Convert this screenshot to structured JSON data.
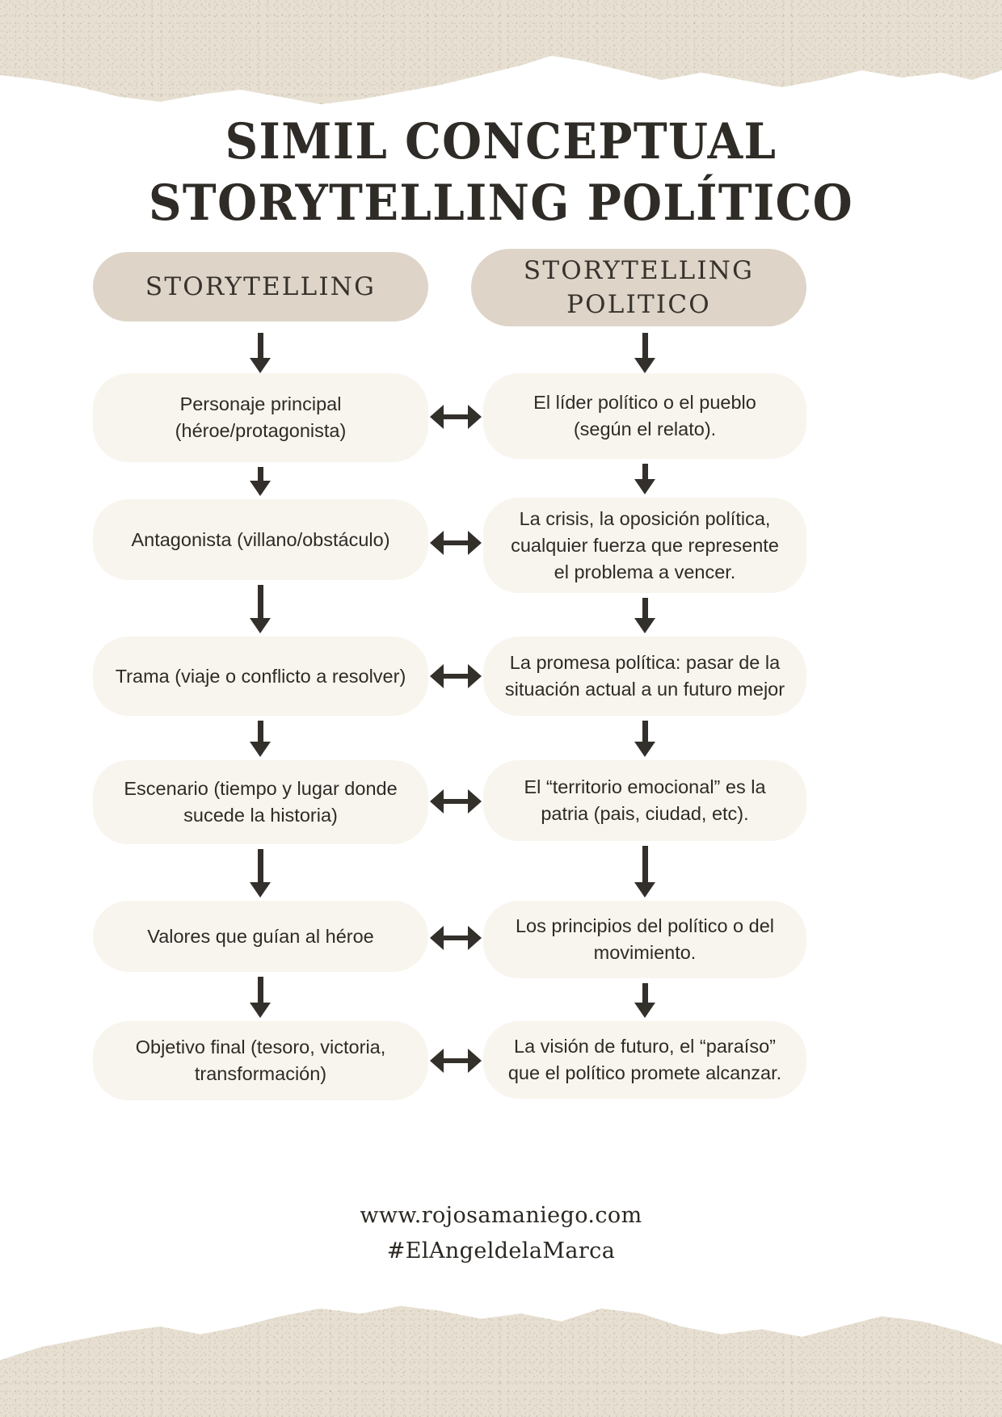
{
  "title": {
    "line1": "SIMIL CONCEPTUAL",
    "line2": "STORYTELLING POLÍTICO"
  },
  "headers": {
    "left": "STORYTELLING",
    "right": "STORYTELLING POLITICO"
  },
  "icons": {
    "down_arrow": "down-arrow-icon",
    "bidirectional_arrow": "bidirectional-arrow-icon"
  },
  "rows": [
    {
      "left": "Personaje principal (héroe/protagonista)",
      "right": "El líder político o el pueblo (según el relato)."
    },
    {
      "left": "Antagonista (villano/obstáculo)",
      "right": "La crisis, la oposición política, cualquier fuerza que represente el problema a vencer."
    },
    {
      "left": "Trama (viaje o conflicto a resolver)",
      "right": "La promesa política: pasar de la situación actual a un futuro mejor"
    },
    {
      "left": "Escenario (tiempo y lugar donde sucede la historia)",
      "right": "El  “territorio emocional” es la patria (pais, ciudad, etc)."
    },
    {
      "left": "Valores que guían al héroe",
      "right": "Los principios del político o del movimiento."
    },
    {
      "left": "Objetivo final (tesoro, victoria, transformación)",
      "right": "La visión de futuro, el “paraíso” que el político promete alcanzar."
    }
  ],
  "footer": {
    "website": "www.rojosamaniego.com",
    "hashtag": "#ElAngeldelaMarca"
  },
  "colors": {
    "page_background": "#FFFFFF",
    "torn_paper": "#E7E0D2",
    "header_pill": "#DED4C8",
    "content_box": "#F8F5EE",
    "text_dark": "#2E2B27",
    "arrow": "#332F2A"
  }
}
